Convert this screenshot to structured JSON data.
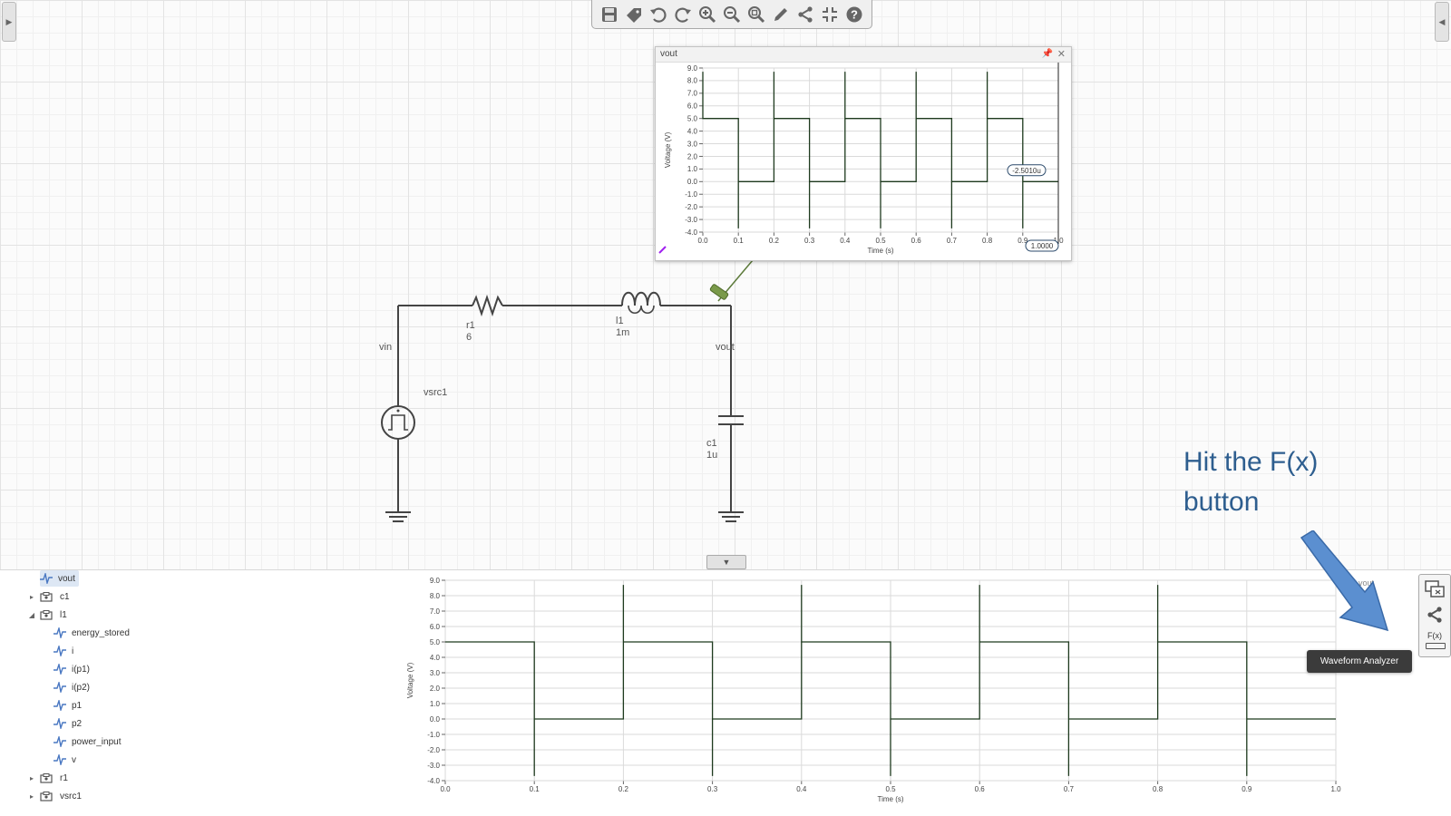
{
  "toolbar": {
    "buttons": [
      "save-icon",
      "tag-icon",
      "undo-icon",
      "redo-icon",
      "zoom-in-icon",
      "zoom-out-icon",
      "zoom-fit-icon",
      "pencil-icon",
      "share-icon",
      "fit-view-icon",
      "help-icon"
    ]
  },
  "popup": {
    "title": "vout",
    "cursor_label": "-2.5010u",
    "cursor_value": "1.0000"
  },
  "schematic": {
    "vin_label": "vin",
    "vout_label": "vout",
    "source_name": "vsrc1",
    "r1_name": "r1",
    "r1_value": "6",
    "l1_name": "l1",
    "l1_value": "1m",
    "c1_name": "c1",
    "c1_value": "1u"
  },
  "tree": {
    "items": [
      {
        "label": "vout",
        "type": "wave",
        "level": 0,
        "selected": true
      },
      {
        "label": "c1",
        "type": "component",
        "level": 0,
        "expanded": false
      },
      {
        "label": "l1",
        "type": "component",
        "level": 0,
        "expanded": true
      },
      {
        "label": "energy_stored",
        "type": "wave",
        "level": 1
      },
      {
        "label": "i",
        "type": "wave",
        "level": 1
      },
      {
        "label": "i(p1)",
        "type": "wave",
        "level": 1
      },
      {
        "label": "i(p2)",
        "type": "wave",
        "level": 1
      },
      {
        "label": "p1",
        "type": "wave",
        "level": 1
      },
      {
        "label": "p2",
        "type": "wave",
        "level": 1
      },
      {
        "label": "power_input",
        "type": "wave",
        "level": 1
      },
      {
        "label": "v",
        "type": "wave",
        "level": 1
      },
      {
        "label": "r1",
        "type": "component",
        "level": 0,
        "expanded": false
      },
      {
        "label": "vsrc1",
        "type": "component",
        "level": 0,
        "expanded": false
      }
    ]
  },
  "right_panel": {
    "waveform_label": "vout",
    "fx_label": "F(x)",
    "tooltip": "Waveform Analyzer"
  },
  "annotation": {
    "text": "Hit the F(x)\nbutton",
    "color": "#2e5e8f",
    "arrow_color": "#5b8fd0"
  },
  "chart_data": [
    {
      "type": "line",
      "title": "vout",
      "xlabel": "Time (s)",
      "ylabel": "Voltage (V)",
      "xlim": [
        0.0,
        1.0
      ],
      "ylim": [
        -4.0,
        9.0
      ],
      "x_ticks": [
        "0.0",
        "0.1",
        "0.2",
        "0.3",
        "0.4",
        "0.5",
        "0.6",
        "0.7",
        "0.8",
        "0.9",
        "1.0"
      ],
      "y_ticks": [
        "9.0",
        "8.0",
        "7.0",
        "6.0",
        "5.0",
        "4.0",
        "3.0",
        "2.0",
        "1.0",
        "0.0",
        "-1.0",
        "-2.0",
        "-3.0",
        "-4.0"
      ],
      "grid": true,
      "series": [
        {
          "values": {
            "x": [
              0.0,
              0.0,
              0.1,
              0.1,
              0.1,
              0.2,
              0.2,
              0.2,
              0.3,
              0.3,
              0.3,
              0.4,
              0.4,
              0.4,
              0.5,
              0.5,
              0.5,
              0.6,
              0.6,
              0.6,
              0.7,
              0.7,
              0.7,
              0.8,
              0.8,
              0.8,
              0.9,
              0.9,
              0.9,
              1.0
            ],
            "y": [
              8.7,
              5.0,
              5.0,
              -3.7,
              0.0,
              0.0,
              8.7,
              5.0,
              5.0,
              -3.7,
              0.0,
              0.0,
              8.7,
              5.0,
              5.0,
              -3.7,
              0.0,
              0.0,
              8.7,
              5.0,
              5.0,
              -3.7,
              0.0,
              0.0,
              8.7,
              5.0,
              5.0,
              -3.7,
              0.0,
              0.0
            ]
          },
          "color": "#1e3a1e"
        }
      ]
    },
    {
      "type": "line",
      "title": "",
      "xlabel": "Time (s)",
      "ylabel": "Voltage (V)",
      "xlim": [
        0.0,
        1.0
      ],
      "ylim": [
        -4.0,
        9.0
      ],
      "x_ticks": [
        "0.0",
        "0.1",
        "0.2",
        "0.3",
        "0.4",
        "0.5",
        "0.6",
        "0.7",
        "0.8",
        "0.9",
        "1.0"
      ],
      "y_ticks": [
        "9.0",
        "8.0",
        "7.0",
        "6.0",
        "5.0",
        "4.0",
        "3.0",
        "2.0",
        "1.0",
        "0.0",
        "-1.0",
        "-2.0",
        "-3.0",
        "-4.0"
      ],
      "grid": true,
      "series": [
        {
          "values": {
            "x": [
              0.0,
              0.0,
              0.1,
              0.1,
              0.1,
              0.2,
              0.2,
              0.2,
              0.3,
              0.3,
              0.3,
              0.4,
              0.4,
              0.4,
              0.5,
              0.5,
              0.5,
              0.6,
              0.6,
              0.6,
              0.7,
              0.7,
              0.7,
              0.8,
              0.8,
              0.8,
              0.9,
              0.9,
              0.9,
              1.0
            ],
            "y": [
              5.0,
              5.0,
              5.0,
              -3.7,
              0.0,
              0.0,
              8.7,
              5.0,
              5.0,
              -3.7,
              0.0,
              0.0,
              8.7,
              5.0,
              5.0,
              -3.7,
              0.0,
              0.0,
              8.7,
              5.0,
              5.0,
              -3.7,
              0.0,
              0.0,
              8.7,
              5.0,
              5.0,
              -3.7,
              0.0,
              0.0
            ]
          },
          "color": "#1e3a1e"
        }
      ]
    }
  ]
}
